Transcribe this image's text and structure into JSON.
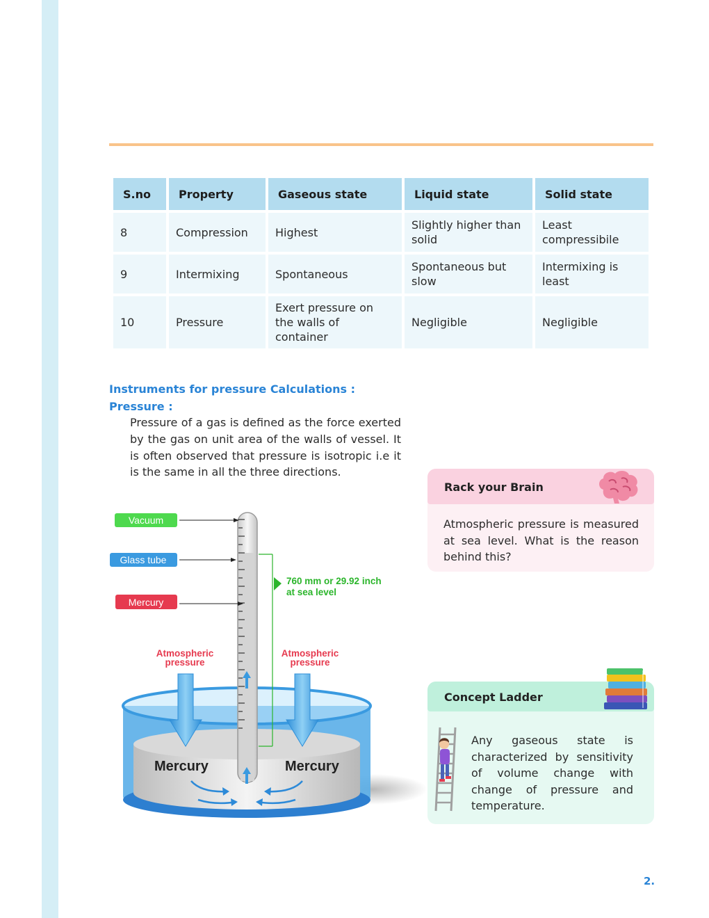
{
  "table": {
    "headers": [
      "S.no",
      "Property",
      "Gaseous state",
      "Liquid state",
      "Solid state"
    ],
    "rows": [
      [
        "8",
        "Compression",
        "Highest",
        "Slightly higher than solid",
        "Least compressibile"
      ],
      [
        "9",
        "Intermixing",
        "Spontaneous",
        "Spontaneous but slow",
        "Intermixing is least"
      ],
      [
        "10",
        "Pressure",
        "Exert pressure on the walls of container",
        "Negligible",
        "Negligible"
      ]
    ]
  },
  "section": {
    "title": "Instruments for pressure Calculations :",
    "subtitle": "Pressure :",
    "paragraph": "Pressure of a gas is defined as the force exerted by the gas on unit area of the walls of vessel. It is often observed that pressure is isotropic i.e it is the same in all the three directions."
  },
  "diagram": {
    "labels": {
      "vacuum": "Vacuum",
      "glass_tube": "Glass tube",
      "mercury_tag": "Mercury",
      "height_line1": "760 mm or 29.92 inch",
      "height_line2": "at sea level",
      "atm_left_1": "Atmospheric",
      "atm_left_2": "pressure",
      "atm_right_1": "Atmospheric",
      "atm_right_2": "pressure",
      "mercury_left": "Mercury",
      "mercury_right": "Mercury"
    },
    "colors": {
      "vacuum": "#4ed94e",
      "glass_tube": "#3a9ae0",
      "mercury_tag": "#e63a4f",
      "height_note": "#2bb52b",
      "atm_label": "#e63a4f",
      "water_blue": "#3a9ae0"
    }
  },
  "rack_brain": {
    "title": "Rack your Brain",
    "text": "Atmospheric pressure is measured at sea level. What is the reason behind this?",
    "icon": "brain-icon"
  },
  "concept_ladder": {
    "title": "Concept Ladder",
    "text": "Any gaseous state is characterized by sensitivity of volume change with change of pressure and temperature.",
    "icons": [
      "books-icon",
      "girl-on-ladder-icon"
    ]
  },
  "page_number": "2."
}
